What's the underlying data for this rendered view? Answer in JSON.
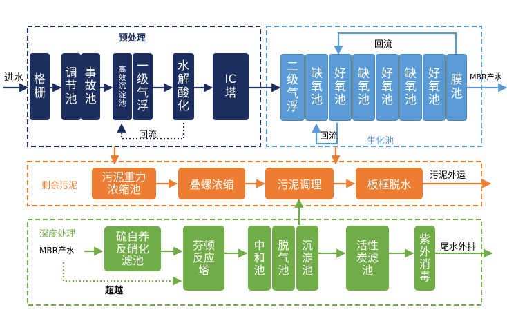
{
  "pretreatment": {
    "title": "预处理",
    "inlet": "进水",
    "units": [
      "格\n栅",
      "调\n节\n池",
      "事\n故\n池",
      "高\n效\n沉\n淀\n池",
      "一\n级\n气\n浮",
      "水\n解\n酸\n化",
      "IC\n塔"
    ],
    "reflux": "回流"
  },
  "biochem": {
    "title": "生化池",
    "units": [
      "二\n级\n气\n浮",
      "缺\n氧\n池",
      "好\n氧\n池",
      "缺\n氧\n池",
      "好\n氧\n池",
      "缺\n氧\n池",
      "好\n氧\n池",
      "膜\n池"
    ],
    "reflux_top": "回流",
    "reflux_bottom": "回流",
    "outlet": "MBR产水"
  },
  "sludge": {
    "title": "剩余污泥",
    "units": [
      "污泥重力\n浓缩池",
      "叠螺浓缩",
      "污泥调理",
      "板框脱水"
    ],
    "outlet": "污泥外运"
  },
  "advanced": {
    "title": "深度处理",
    "inlet": "MBR产水",
    "units": [
      "硫自养\n反硝化\n滤池",
      "芬顿\n反应\n塔",
      "中\n和\n池",
      "脱\n气\n池",
      "沉\n淀\n池",
      "活性\n炭滤\n池",
      "紫\n外\n消\n毒"
    ],
    "outlet": "尾水外排",
    "bypass": "超越"
  },
  "colors": {
    "navy": "#1c2e5e",
    "blue": "#5b9bd5",
    "orange": "#ed7d31",
    "green": "#70ad47"
  }
}
